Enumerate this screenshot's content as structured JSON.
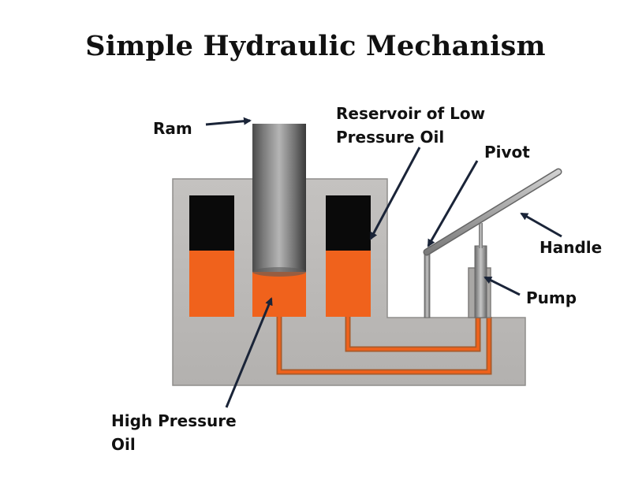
{
  "title": "Simple Hydraulic Mechanism",
  "labels": {
    "ram": "Ram",
    "reservoir": [
      "Reservoir of Low",
      "Pressure Oil"
    ],
    "pivot": "Pivot",
    "handle": "Handle",
    "pump": "Pump",
    "high_pressure": [
      "High Pressure",
      "Oil"
    ]
  },
  "colors": {
    "body": "#bdbbb9",
    "oil": "#f0621c",
    "void": "#0a0a0a",
    "arrow": "#1a2438",
    "text": "#111111",
    "metal": "#8f8f8f"
  }
}
